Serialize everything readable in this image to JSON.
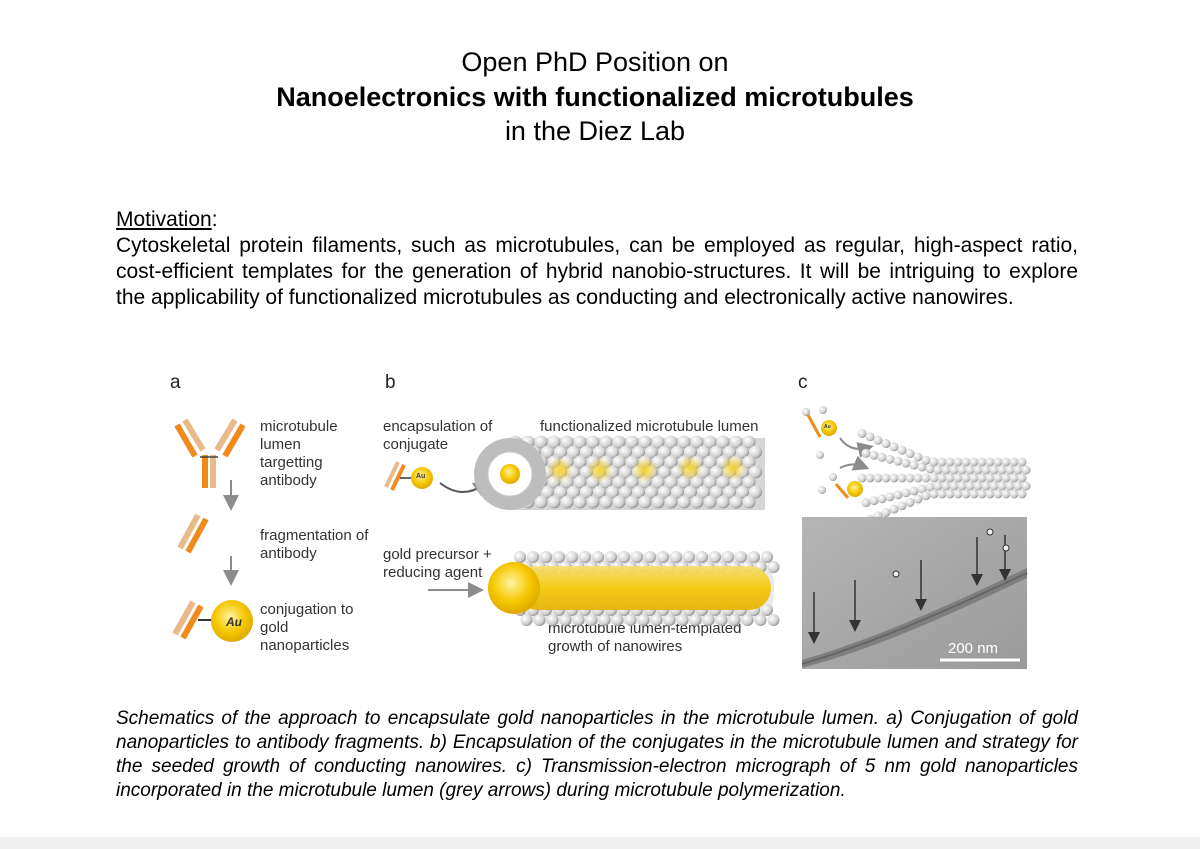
{
  "header": {
    "line1": "Open PhD Position on",
    "line2": "Nanoelectronics with functionalized microtubules",
    "line3": "in the Diez Lab"
  },
  "motivation": {
    "heading": "Motivation",
    "colon": ":",
    "body": "Cytoskeletal protein filaments, such as microtubules, can be employed as regular, high-aspect ratio, cost-efficient templates for the generation of hybrid nanobio-structures. It will be intriguing to explore the applicability of functionalized microtubules as conducting and electronically active nanowires."
  },
  "figure": {
    "panel_a": {
      "letter": "a",
      "label1": "microtubule lumen targetting antibody",
      "label2": "fragmentation of antibody",
      "label3": "conjugation to gold nanoparticles",
      "au": "Au"
    },
    "panel_b": {
      "letter": "b",
      "label1": "encapsulation of conjugate",
      "label2": "functionalized microtubule lumen",
      "label3": "gold precursor + reducing agent",
      "label4": "microtubule lumen-templated growth of nanowires",
      "au": "Au"
    },
    "panel_c": {
      "letter": "c",
      "au": "Au",
      "scale_bar": "200 nm"
    }
  },
  "caption": "Schematics of the approach to encapsulate gold nanoparticles in the microtubule lumen. a) Conjugation of gold nanoparticles to antibody fragments. b) Encapsulation of the conjugates in the microtubule lumen and strategy for the seeded growth of conducting nanowires. c) Transmission-electron micrograph of 5 nm gold nanoparticles incorporated in the microtubule lumen (grey arrows) during microtubule polymerization.",
  "colors": {
    "antibody_dark": "#f08a1c",
    "antibody_light": "#e9b98a",
    "gold": "#f5c800",
    "arrow": "#8c8c8c",
    "tubulin": "#c8c8c8"
  }
}
